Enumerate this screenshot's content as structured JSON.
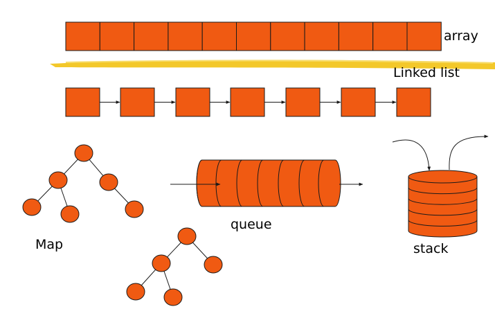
{
  "labels": {
    "array": "array",
    "linked_list": "Linked list",
    "queue": "queue",
    "map": "Map",
    "stack": "stack"
  },
  "counts": {
    "array_cells": 11,
    "linked_list_nodes": 7,
    "queue_rings": 6,
    "stack_disks": 5,
    "tree_nodes_upper": 6,
    "tree_nodes_lower": 5
  },
  "colors": {
    "fill": "#F05A12",
    "stroke": "#1a1a1a",
    "highlighter": "#F2C318",
    "text": "#000000"
  }
}
